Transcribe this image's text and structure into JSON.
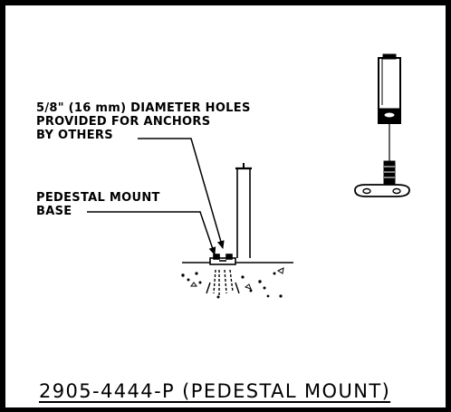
{
  "notes": {
    "holes": [
      "5/8\" (16 mm) DIAMETER HOLES",
      "PROVIDED FOR ANCHORS",
      "BY OTHERS"
    ],
    "base": [
      "PEDESTAL MOUNT",
      "BASE"
    ]
  },
  "title": "2905-4444-P (PEDESTAL MOUNT)",
  "colors": {
    "ink": "#000000",
    "paper": "#ffffff"
  }
}
